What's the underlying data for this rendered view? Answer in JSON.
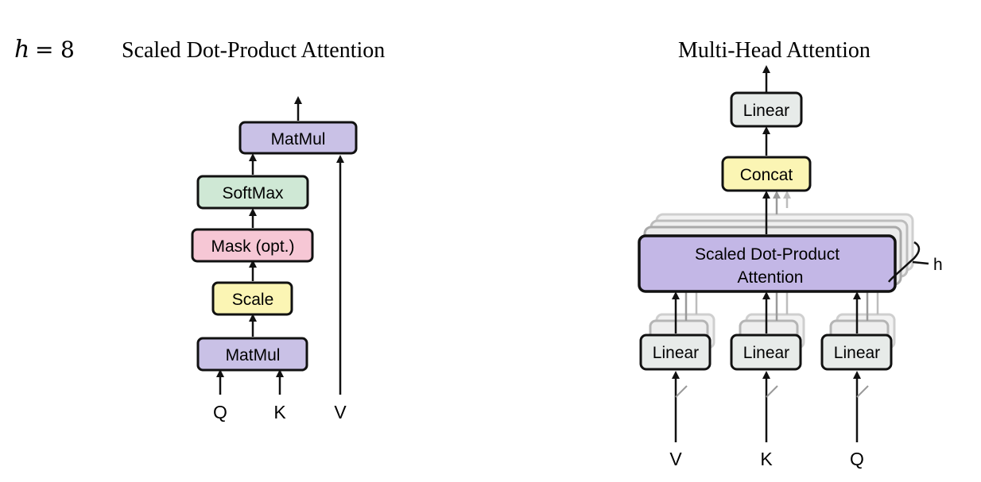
{
  "formula": {
    "var": "h",
    "op": "=",
    "val": "8"
  },
  "left": {
    "title": "Scaled Dot-Product Attention",
    "boxes": {
      "matmul_top": "MatMul",
      "softmax": "SoftMax",
      "mask": "Mask (opt.)",
      "scale": "Scale",
      "matmul_bottom": "MatMul"
    },
    "inputs": {
      "q": "Q",
      "k": "K",
      "v": "V"
    }
  },
  "right": {
    "title": "Multi-Head Attention",
    "boxes": {
      "linear_top": "Linear",
      "concat": "Concat",
      "sdpa_line1": "Scaled Dot-Product",
      "sdpa_line2": "Attention",
      "linear_v": "Linear",
      "linear_k": "Linear",
      "linear_q": "Linear"
    },
    "heads_label": "h",
    "inputs": {
      "v": "V",
      "k": "K",
      "q": "Q"
    }
  },
  "colors": {
    "matmul": "#c9c1e6",
    "softmax": "#cfe8d5",
    "mask": "#f6c7d5",
    "scale": "#fbf5b4",
    "linear": "#e7ebe9",
    "concat": "#fbf5b4",
    "sdpa": "#c3b7e6",
    "stroke": "#111111"
  }
}
